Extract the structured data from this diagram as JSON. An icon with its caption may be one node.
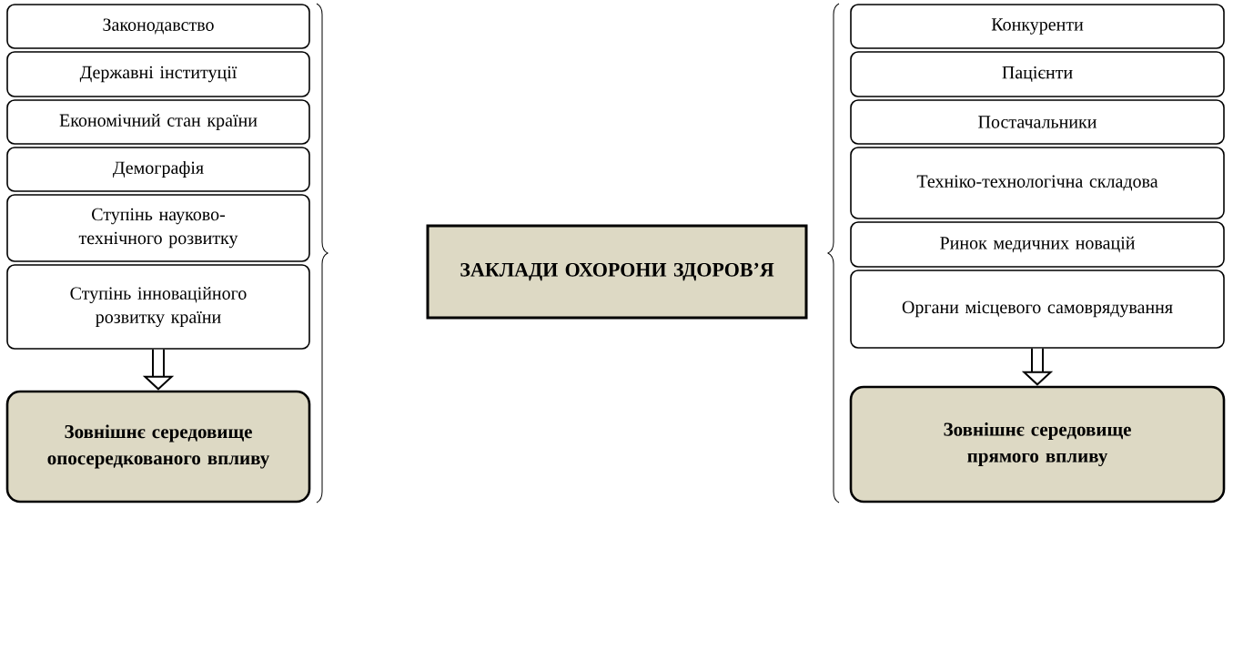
{
  "diagram": {
    "nodes": [
      {
        "text": [
          "Законодавство"
        ]
      },
      {
        "text": [
          "Державні інституції"
        ]
      },
      {
        "text": [
          "Економічний стан країни"
        ]
      },
      {
        "text": [
          "Демографія"
        ]
      },
      {
        "text": [
          "Ступінь науково-технічного розвитку"
        ]
      },
      {
        "text": [
          "Ступінь інноваційного розвитку країни"
        ]
      },
      {
        "text": [
          "Зовнішнє середовище опосередкованого впливу"
        ]
      },
      {
        "text": [
          "ЗАКЛАДИ ОХОРОНИ ЗДОРОВ’Я"
        ]
      },
      {
        "text": [
          "Конкуренти"
        ]
      },
      {
        "text": [
          "Пацієнти"
        ]
      },
      {
        "text": [
          "Постачальники"
        ]
      },
      {
        "text": [
          "Техніко-технологічна складова"
        ]
      },
      {
        "text": [
          "Ринок медичних новацій"
        ]
      },
      {
        "text": [
          "Органи місцевого самоврядування"
        ]
      },
      {
        "text": [
          "Зовнішнє середовище прямого впливу"
        ]
      }
    ],
    "edges": [
      {
        "from": 5,
        "to": 6,
        "arrow": "to"
      },
      {
        "from": 13,
        "to": 14,
        "arrow": "to"
      }
    ]
  }
}
